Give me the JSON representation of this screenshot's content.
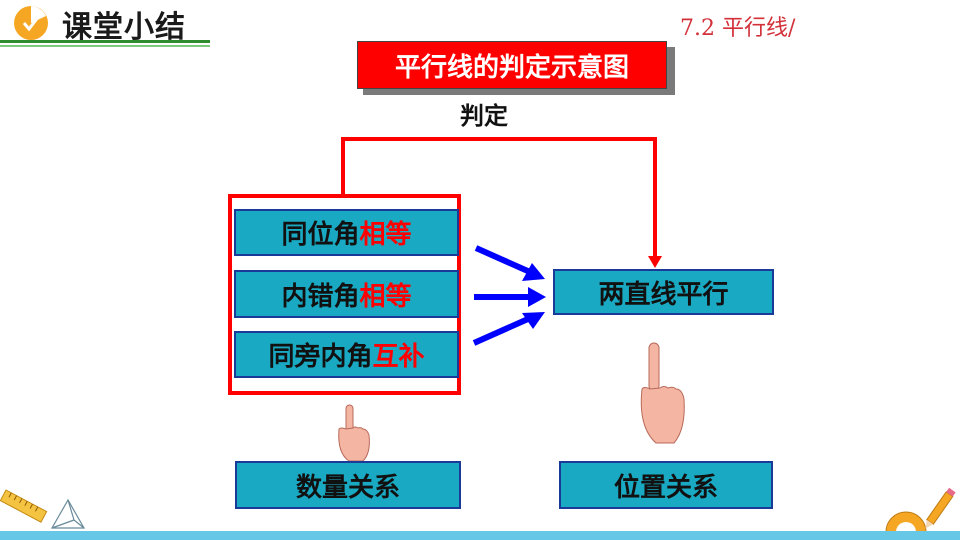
{
  "header": {
    "title": "课堂小结",
    "section": "7.2 平行线/",
    "icon": "pie-chart-icon"
  },
  "diagram": {
    "title": "平行线的判定示意图",
    "judge_label": "判定",
    "conditions": [
      {
        "prefix": "同位角",
        "highlight": "相等"
      },
      {
        "prefix": "内错角",
        "highlight": "相等"
      },
      {
        "prefix": "同旁内角",
        "highlight": "互补"
      }
    ],
    "result": "两直线平行",
    "quantity_label": "数量关系",
    "position_label": "位置关系"
  },
  "colors": {
    "box_fill": "#1aa9c2",
    "box_border": "#1a3a9a",
    "accent_red": "#ff0000",
    "arrow_blue": "#0000ff",
    "header_green": "#2e8b2e",
    "bottom_bar": "#67c7e6"
  },
  "icons": [
    "pie-chart-icon",
    "pointing-hand-icon",
    "ruler-icon",
    "pyramid-icon",
    "protractor-icon",
    "pencil-icon"
  ]
}
